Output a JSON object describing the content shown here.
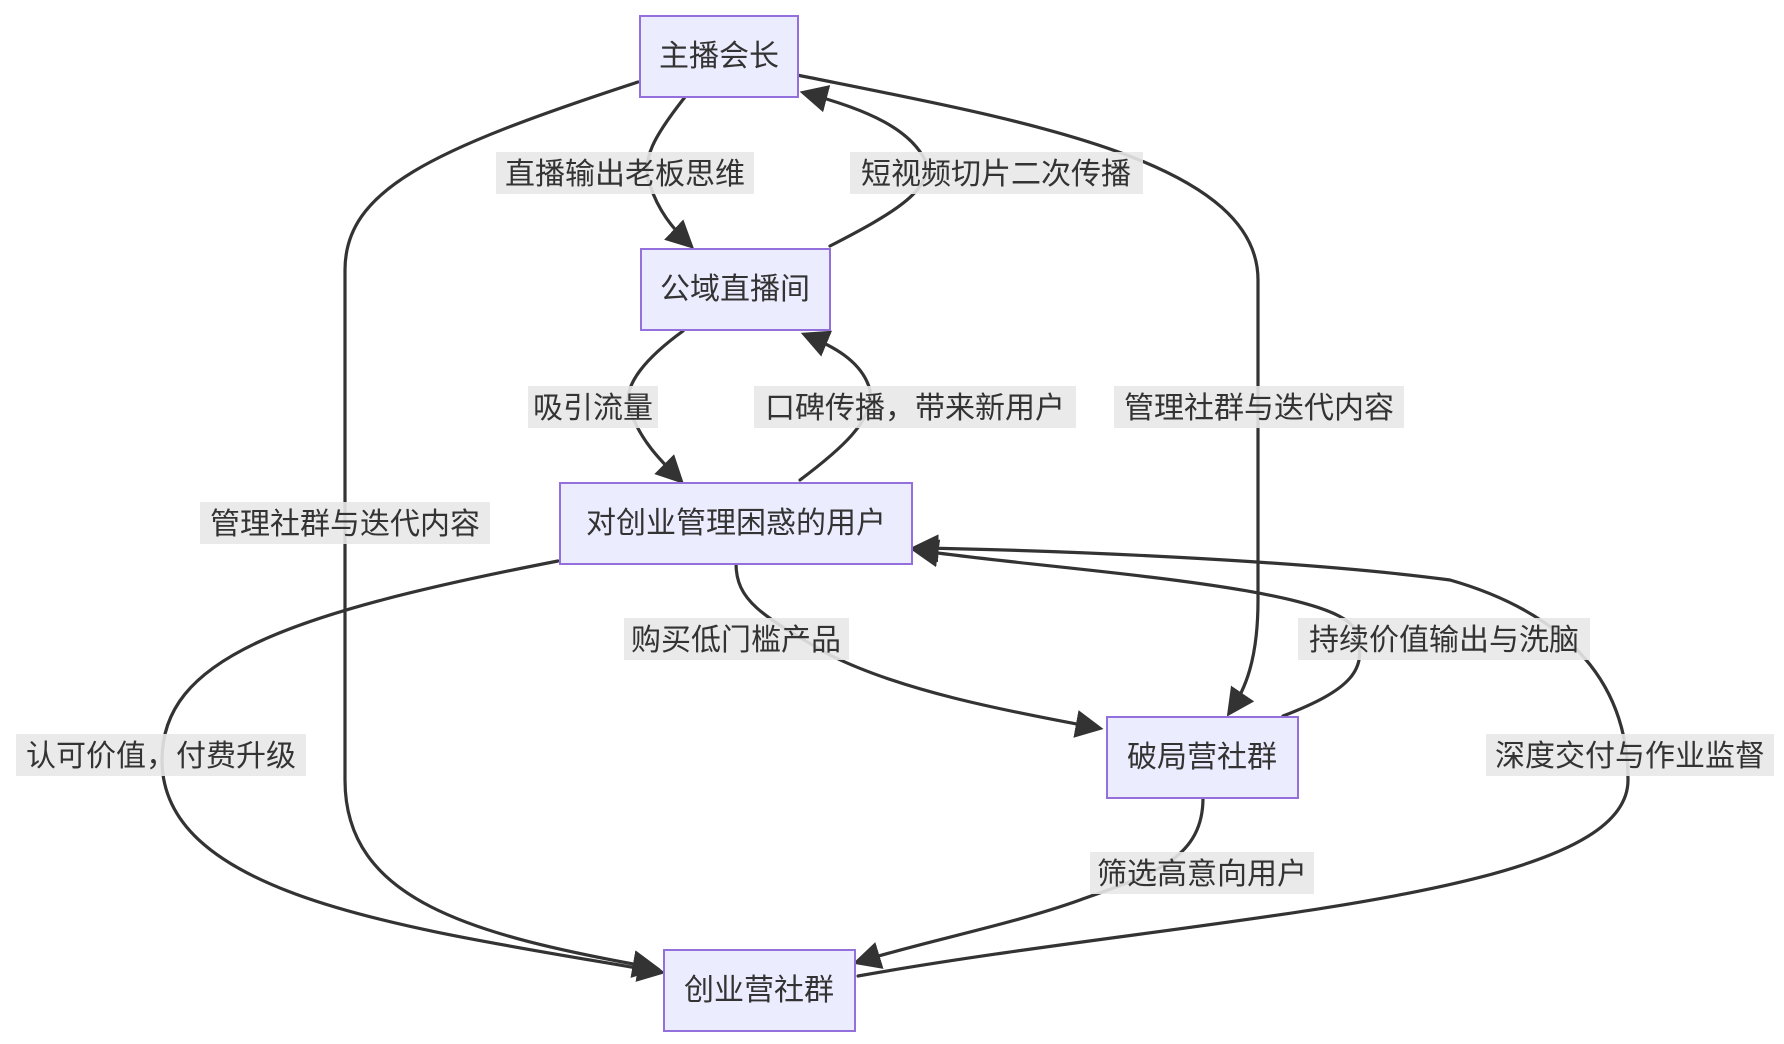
{
  "diagram": {
    "nodes": {
      "anchor": "主播会长",
      "live": "公域直播间",
      "users": "对创业管理困惑的用户",
      "breakout": "破局营社群",
      "startup": "创业营社群"
    },
    "edges": {
      "anchor_to_live": "直播输出老板思维",
      "live_to_anchor": "短视频切片二次传播",
      "live_to_users": "吸引流量",
      "users_to_live": "口碑传播，带来新用户",
      "anchor_to_startup": "管理社群与迭代内容",
      "anchor_to_breakout": "管理社群与迭代内容",
      "users_to_breakout": "购买低门槛产品",
      "breakout_to_users": "持续价值输出与洗脑",
      "users_to_startup": "认可价值，付费升级",
      "breakout_to_startup": "筛选高意向用户",
      "startup_to_users": "深度交付与作业监督"
    }
  }
}
